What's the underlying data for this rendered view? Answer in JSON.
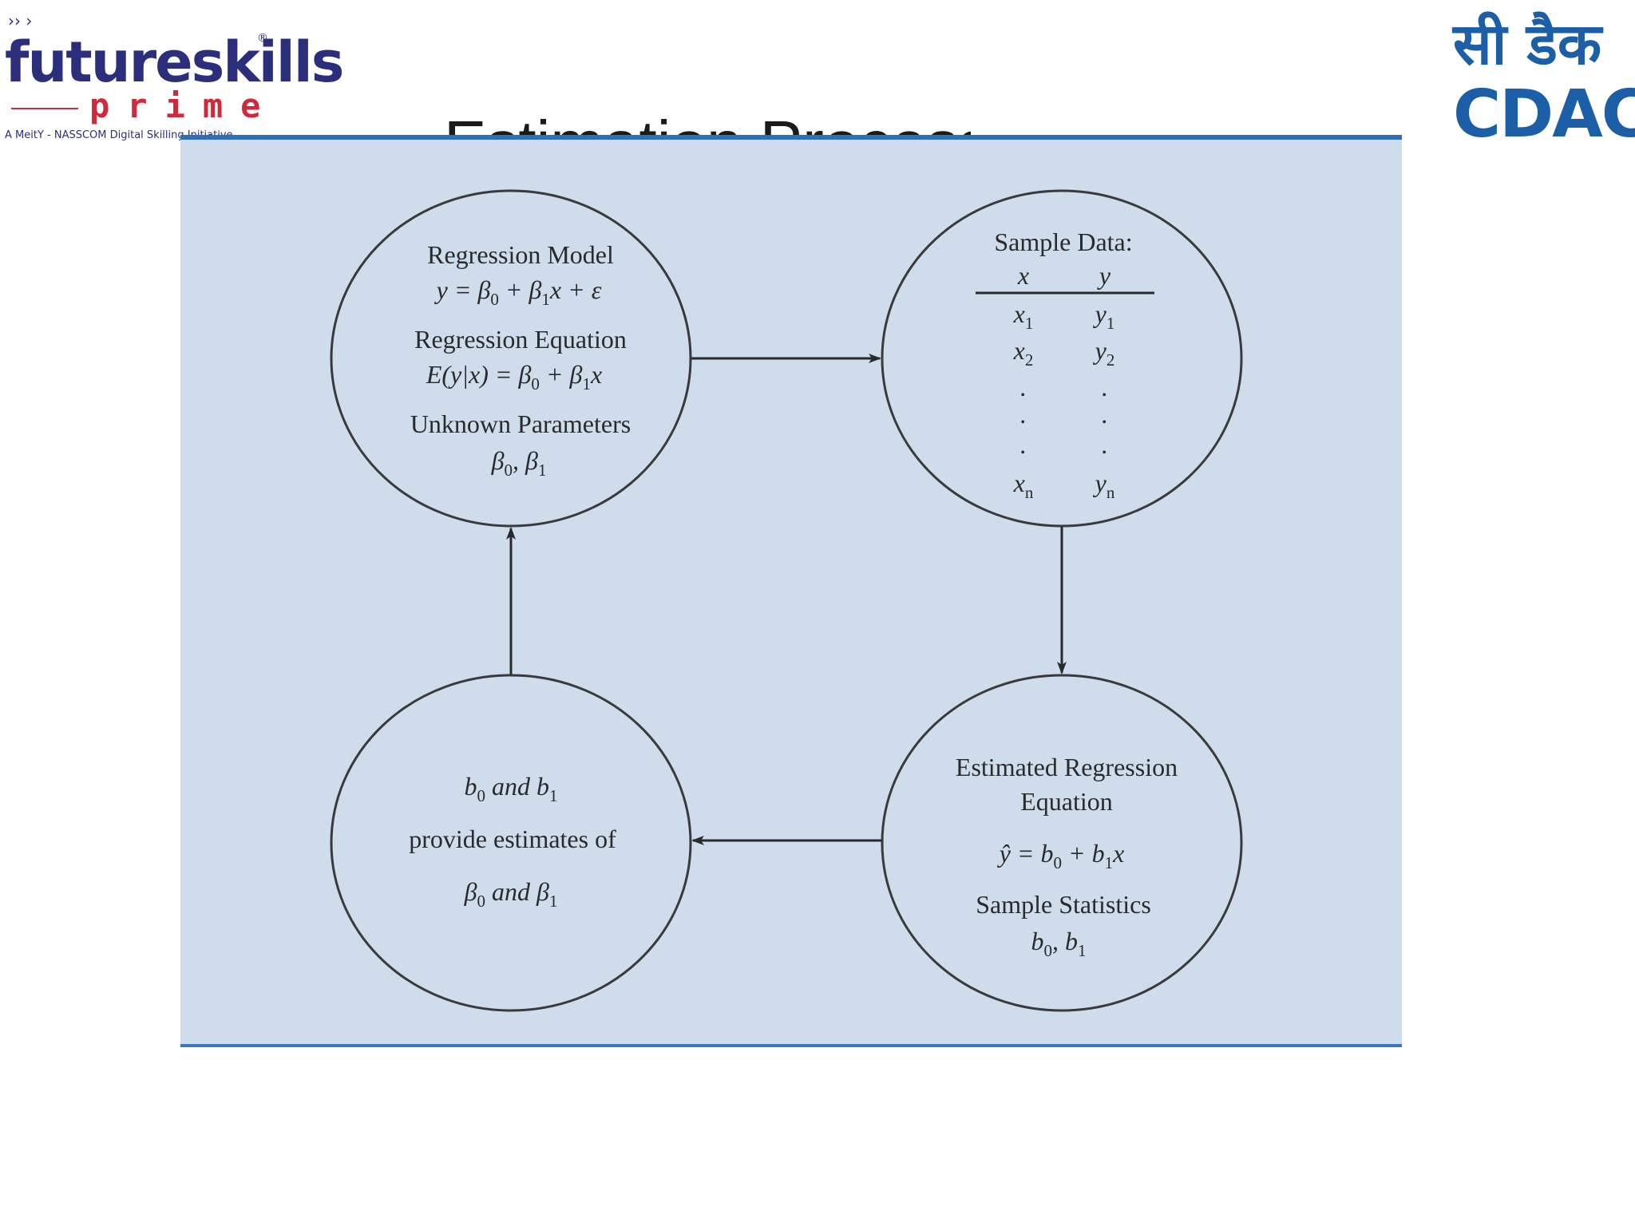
{
  "header": {
    "left_logo": {
      "brand": "futureskills",
      "registered": "®",
      "sub": "prime",
      "tagline": "A MeitY - NASSCOM Digital Skilling Initiative"
    },
    "right_logo": {
      "hindi": "सी डैक",
      "latin": "CDAC"
    },
    "title": "Estimation Process"
  },
  "diagram": {
    "model": {
      "title": "Regression Model",
      "model_eq": {
        "lhs": "y = β",
        "sub0": "0",
        "mid": " + β",
        "sub1": "1",
        "rest": "x + ε"
      },
      "equation_title": "Regression Equation",
      "expect_eq": {
        "lhs": "E(y|x) = β",
        "sub0": "0",
        "mid": " + β",
        "sub1": "1",
        "rest": "x"
      },
      "params_title": "Unknown Parameters",
      "params": {
        "a": "β",
        "sub0": "0",
        "comma": ", β",
        "sub1": "1"
      }
    },
    "sample": {
      "title": "Sample Data:",
      "col_x": "x",
      "col_y": "y",
      "rows": [
        {
          "x": "x",
          "xs": "1",
          "y": "y",
          "ys": "1"
        },
        {
          "x": "x",
          "xs": "2",
          "y": "y",
          "ys": "2"
        },
        {
          "x": ".",
          "xs": "",
          "y": ".",
          "ys": ""
        },
        {
          "x": ".",
          "xs": "",
          "y": ".",
          "ys": ""
        },
        {
          "x": ".",
          "xs": "",
          "y": ".",
          "ys": ""
        },
        {
          "x": "x",
          "xs": "n",
          "y": "y",
          "ys": "n"
        }
      ]
    },
    "estimated": {
      "title_line1": "Estimated Regression",
      "title_line2": "Equation",
      "eq": {
        "lhs": "ŷ = b",
        "sub0": "0",
        "mid": " + b",
        "sub1": "1",
        "rest": "x"
      },
      "stats_title": "Sample Statistics",
      "stats": {
        "a": "b",
        "sub0": "0",
        "comma": ", b",
        "sub1": "1"
      }
    },
    "estimates": {
      "line1": {
        "a": "b",
        "sub0": "0",
        "mid": " and b",
        "sub1": "1"
      },
      "line2": "provide estimates of",
      "line3": {
        "a": "β",
        "sub0": "0",
        "mid": " and β",
        "sub1": "1"
      }
    }
  }
}
